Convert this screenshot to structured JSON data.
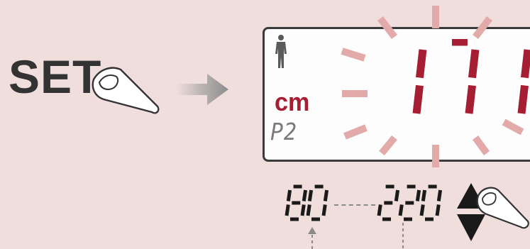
{
  "set_button": {
    "label": "SET",
    "icon": "finger-press-icon"
  },
  "transition_arrow": {
    "icon": "arrow-right-icon",
    "color": "#9a9a9a"
  },
  "display": {
    "user_icon": "person-icon",
    "unit": "cm",
    "profile": "P2",
    "value": "171",
    "blinking": true,
    "digit_color": "#a51e33",
    "ray_color": "#e2aaa8"
  },
  "range": {
    "min": "80",
    "max": "220",
    "adjust_icon": "up-down-triangle-icon"
  },
  "colors": {
    "background": "#f0dedd",
    "text": "#333333",
    "lcd_segment_gray": "#3a3a3a"
  }
}
